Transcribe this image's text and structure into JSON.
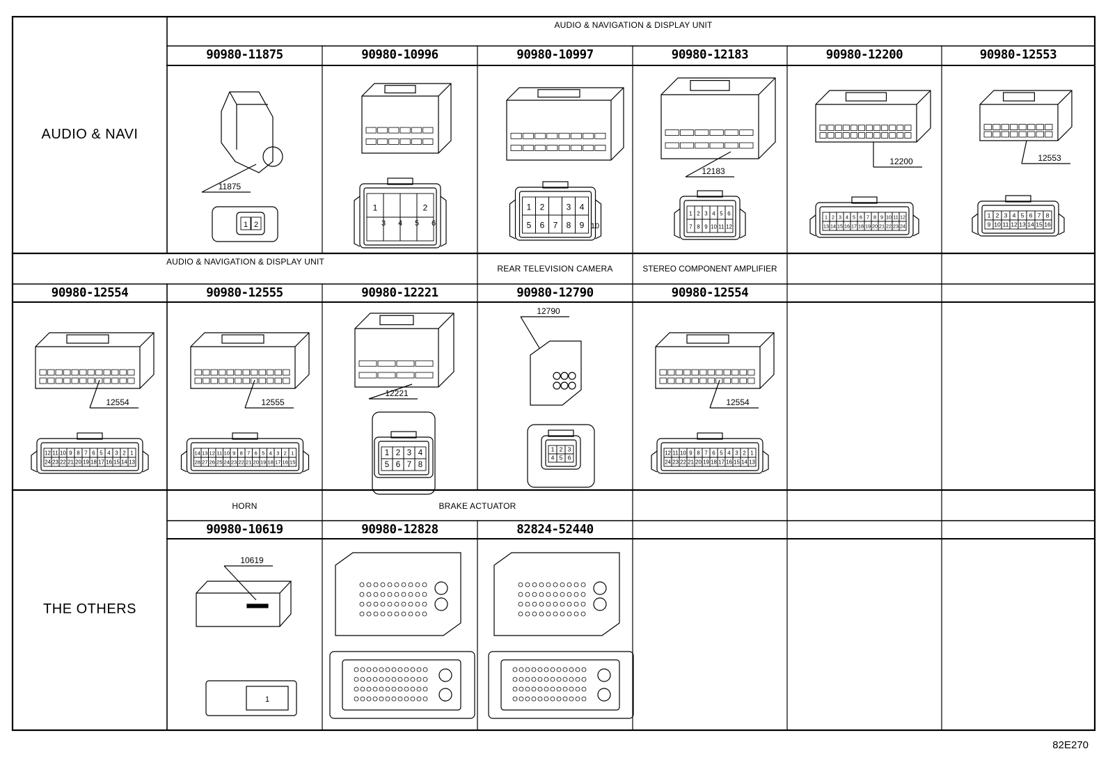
{
  "diagram_code": "82E270",
  "sections": [
    {
      "name": "AUDIO & NAVI",
      "groups": [
        "AUDIO & NAVIGATION & DISPLAY UNIT"
      ],
      "connectors": [
        {
          "part": "90980-11875",
          "tag": "11875",
          "pins": [
            "1",
            "2"
          ]
        },
        {
          "part": "90980-10996",
          "pins": [
            "1",
            "2",
            "3",
            "4",
            "5",
            "6"
          ]
        },
        {
          "part": "90980-10997",
          "pins": [
            "1",
            "2",
            "3",
            "4",
            "5",
            "6",
            "7",
            "8",
            "9",
            "10"
          ]
        },
        {
          "part": "90980-12183",
          "tag": "12183",
          "pins": [
            "1",
            "2",
            "3",
            "4",
            "5",
            "6",
            "7",
            "8",
            "9",
            "10",
            "11",
            "12"
          ]
        },
        {
          "part": "90980-12200",
          "tag": "12200",
          "pins": [
            "1",
            "2",
            "3",
            "4",
            "5",
            "6",
            "7",
            "8",
            "9",
            "10",
            "11",
            "12",
            "13",
            "14",
            "15",
            "16",
            "17",
            "18",
            "19",
            "20",
            "21",
            "22",
            "23",
            "24"
          ]
        },
        {
          "part": "90980-12553",
          "tag": "12553",
          "pins": [
            "1",
            "2",
            "3",
            "4",
            "5",
            "6",
            "7",
            "8",
            "9",
            "10",
            "11",
            "12",
            "13",
            "14",
            "15",
            "16"
          ]
        }
      ]
    },
    {
      "groups": [
        "AUDIO & NAVIGATION & DISPLAY UNIT",
        "REAR TELEVISION CAMERA",
        "STEREO COMPONENT AMPLIFIER"
      ],
      "connectors": [
        {
          "part": "90980-12554",
          "tag": "12554",
          "pins": [
            "12",
            "11",
            "10",
            "9",
            "8",
            "7",
            "6",
            "5",
            "4",
            "3",
            "2",
            "1",
            "24",
            "23",
            "22",
            "21",
            "20",
            "19",
            "18",
            "17",
            "16",
            "15",
            "14",
            "13"
          ]
        },
        {
          "part": "90980-12555",
          "tag": "12555",
          "pins": [
            "14",
            "13",
            "12",
            "11",
            "10",
            "9",
            "8",
            "7",
            "6",
            "5",
            "4",
            "3",
            "2",
            "1",
            "28",
            "27",
            "26",
            "25",
            "24",
            "23",
            "22",
            "21",
            "20",
            "19",
            "18",
            "17",
            "16",
            "15"
          ]
        },
        {
          "part": "90980-12221",
          "tag": "12221",
          "pins": [
            "1",
            "2",
            "3",
            "4",
            "5",
            "6",
            "7",
            "8"
          ]
        },
        {
          "part": "90980-12790",
          "tag": "12790",
          "pins": [
            "1",
            "2",
            "3",
            "4",
            "5",
            "6"
          ]
        },
        {
          "part": "90980-12554",
          "tag": "12554",
          "pins": [
            "12",
            "11",
            "10",
            "9",
            "8",
            "7",
            "6",
            "5",
            "4",
            "3",
            "2",
            "1",
            "24",
            "23",
            "22",
            "21",
            "20",
            "19",
            "18",
            "17",
            "16",
            "15",
            "14",
            "13"
          ]
        }
      ]
    },
    {
      "name": "THE OTHERS",
      "groups": [
        "HORN",
        "BRAKE ACTUATOR"
      ],
      "connectors": [
        {
          "part": "90980-10619",
          "tag": "10619",
          "pins": [
            "1"
          ]
        },
        {
          "part": "90980-12828"
        },
        {
          "part": "82824-52440"
        }
      ]
    }
  ]
}
